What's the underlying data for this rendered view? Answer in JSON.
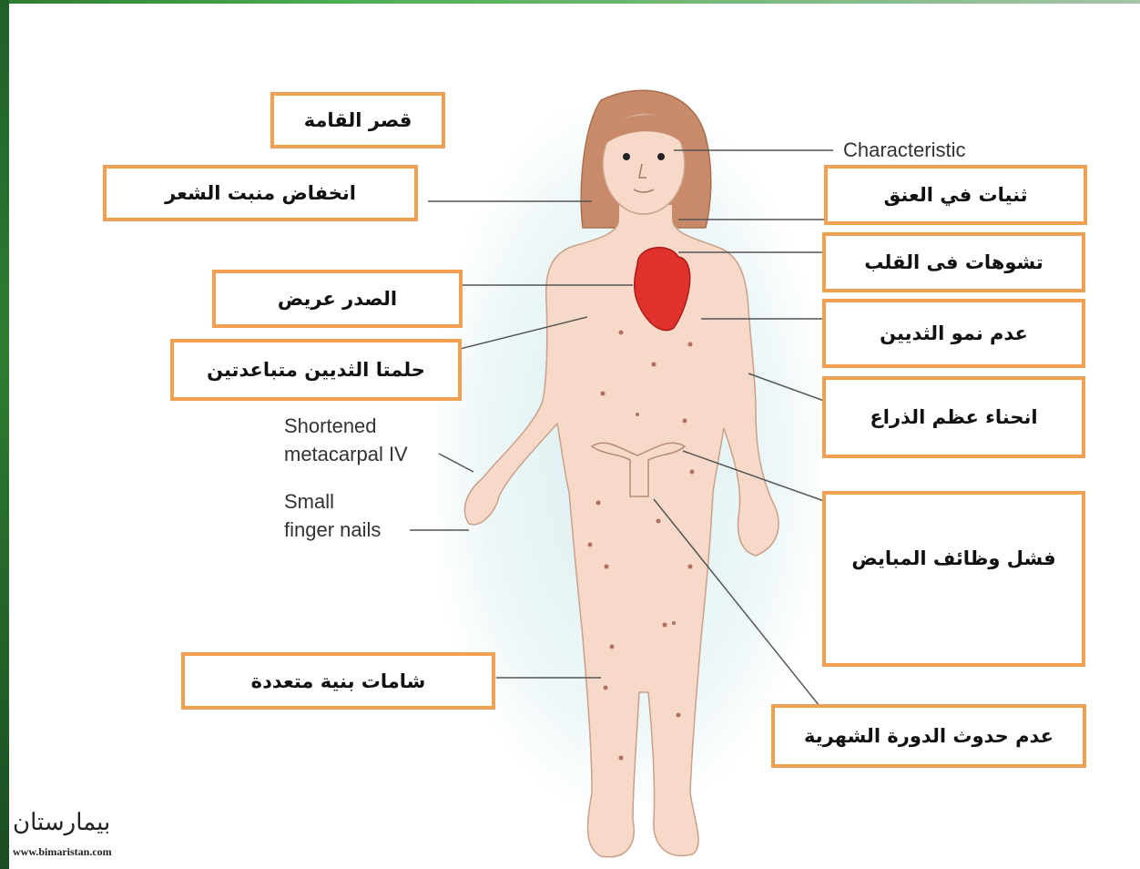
{
  "labels": {
    "short_stature": "قصر القامة",
    "low_hairline": "انخفاض منبت الشعر",
    "broad_chest": "الصدر عريض",
    "widely_spaced_nipples": "حلمتا الثديين متباعدتين",
    "multiple_nevi": "شامات بنية متعددة",
    "neck_webbing": "ثنيات في العنق",
    "heart_defects": "تشوهات فى القلب",
    "breast_underdevelopment": "عدم نمو الثديين",
    "cubitus_valgus": "انحناء عظم الذراع",
    "ovarian_failure": "فشل وظائف المبايض",
    "amenorrhea": "عدم حدوث الدورة الشهرية"
  },
  "english_labels": {
    "characteristic": "Characteristic",
    "shortened_metacarpal": [
      "Shortened",
      "metacarpal IV"
    ],
    "small_finger_nails": [
      "Small",
      "finger nails"
    ]
  },
  "watermark": {
    "name": "بيمارستان",
    "url": "www.bimaristan.com"
  },
  "colors": {
    "box_border": "#f0a050",
    "skin": "#f6d9c8",
    "hair": "#c98a6a",
    "heart": "#e0322c"
  }
}
